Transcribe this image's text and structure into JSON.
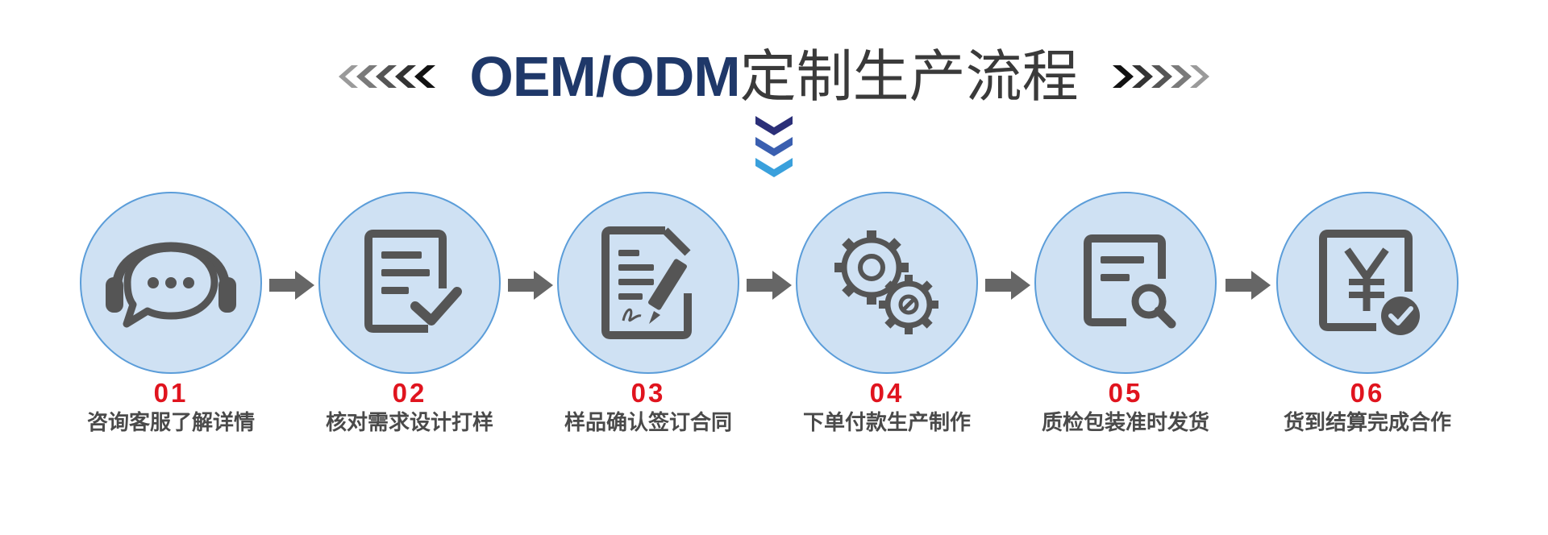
{
  "title": {
    "latin": "OEM/ODM",
    "cjk": "定制生产流程",
    "latin_color": "#1f3869",
    "cjk_color": "#3a3a3a"
  },
  "colors": {
    "circle_fill": "#cfe1f3",
    "circle_stroke": "#5b9dd9",
    "icon": "#555555",
    "number": "#e0141e",
    "arrow": "#666666",
    "chevron_dark": "#2b2f78",
    "chevron_mid": "#3a5fb0",
    "chevron_light": "#3aa0dc"
  },
  "steps": [
    {
      "number": "01",
      "label": "咨询客服了解详情",
      "icon": "headset-chat-icon"
    },
    {
      "number": "02",
      "label": "核对需求设计打样",
      "icon": "checklist-icon"
    },
    {
      "number": "03",
      "label": "样品确认签订合同",
      "icon": "contract-sign-icon"
    },
    {
      "number": "04",
      "label": "下单付款生产制作",
      "icon": "gears-icon"
    },
    {
      "number": "05",
      "label": "质检包装准时发货",
      "icon": "document-search-icon"
    },
    {
      "number": "06",
      "label": "货到结算完成合作",
      "icon": "yen-check-icon"
    }
  ]
}
